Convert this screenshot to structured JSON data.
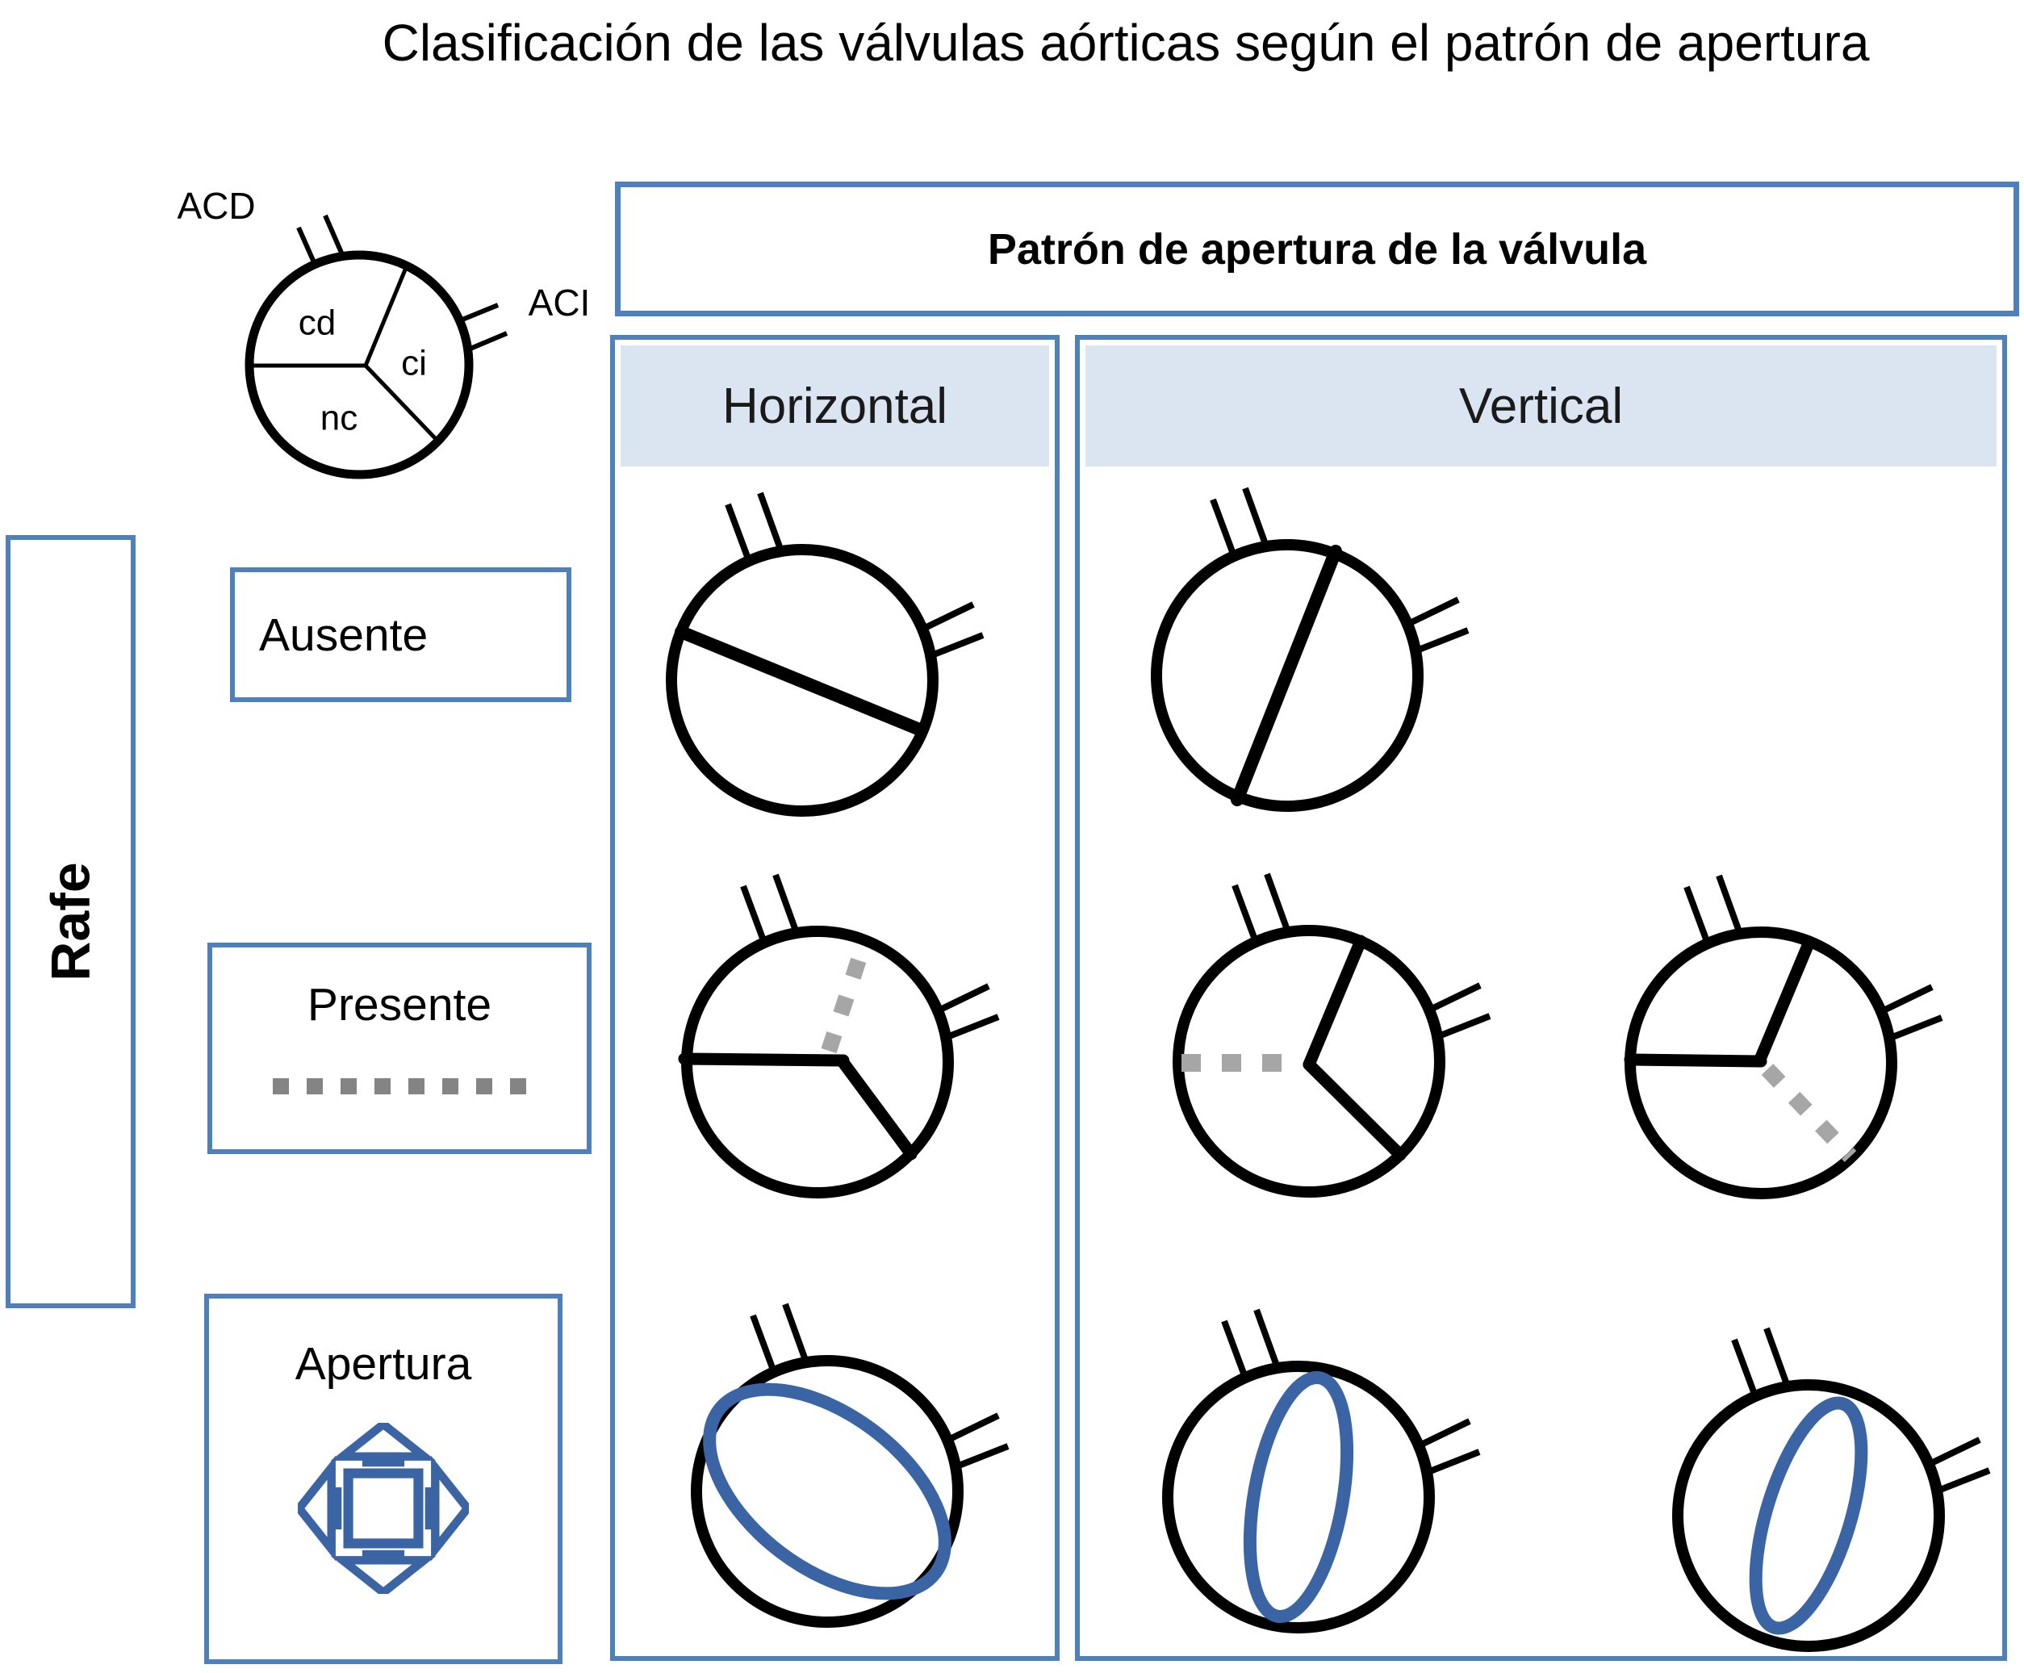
{
  "title": "Clasificación de las válvulas aórticas según el patrón de apertura",
  "header": {
    "label": "Patrón de apertura de la válvula"
  },
  "columns": [
    {
      "id": "horizontal",
      "label": "Horizontal"
    },
    {
      "id": "vertical",
      "label": "Vertical"
    }
  ],
  "row_axis": {
    "label": "Rafe"
  },
  "rows": [
    {
      "id": "ausente",
      "label": "Ausente"
    },
    {
      "id": "presente",
      "label": "Presente",
      "legend_icon": "dashed-gray-line"
    },
    {
      "id": "apertura",
      "label": "Apertura",
      "legend_icon": "expand-arrows-icon"
    }
  ],
  "reference_valve": {
    "artery_labels": {
      "acd": "ACD",
      "aci": "ACI"
    },
    "cusp_labels": {
      "cd": "cd",
      "ci": "ci",
      "nc": "nc"
    }
  },
  "cells": [
    {
      "row": "ausente",
      "column": "horizontal",
      "variant": 1,
      "pattern": "single-fusion-line-near-horizontal"
    },
    {
      "row": "ausente",
      "column": "vertical",
      "variant": 1,
      "pattern": "single-fusion-line-near-vertical"
    },
    {
      "row": "presente",
      "column": "horizontal",
      "variant": 1,
      "pattern": "three-commissures-raphe-dashed-upper-right"
    },
    {
      "row": "presente",
      "column": "vertical",
      "variant": 1,
      "pattern": "three-commissures-raphe-dashed-left"
    },
    {
      "row": "presente",
      "column": "vertical",
      "variant": 2,
      "pattern": "three-commissures-raphe-dashed-lower-right"
    },
    {
      "row": "apertura",
      "column": "horizontal",
      "variant": 1,
      "pattern": "opening-ellipse-oblique"
    },
    {
      "row": "apertura",
      "column": "vertical",
      "variant": 1,
      "pattern": "opening-ellipse-vertical"
    },
    {
      "row": "apertura",
      "column": "vertical",
      "variant": 2,
      "pattern": "opening-ellipse-vertical-tilted"
    }
  ],
  "colors": {
    "box_border": "#4e80bc",
    "column_header_fill": "#dbe5f1",
    "raphe_dash_gray": "#a6a6a6",
    "legend_dash_gray": "#848484",
    "opening_blue": "#3a64a3",
    "line_black": "#000000"
  }
}
